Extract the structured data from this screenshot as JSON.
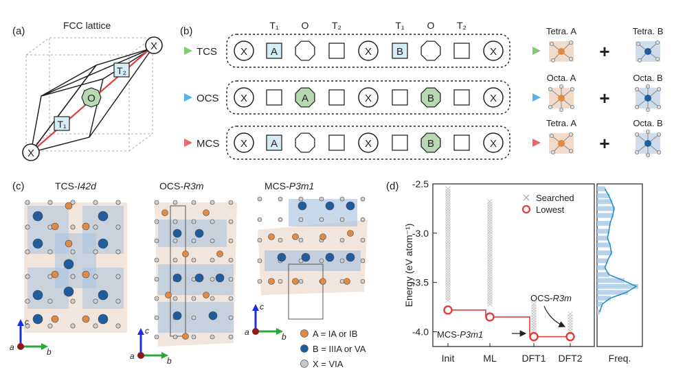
{
  "panel_a": {
    "tag": "(a)",
    "title": "FCC lattice",
    "site_x": "X",
    "site_o": "O",
    "site_t1": "T₁",
    "site_t2": "T₂"
  },
  "panel_b": {
    "tag": "(b)",
    "header": [
      "T₁",
      "O",
      "T₂",
      "T₁",
      "O",
      "T₂"
    ],
    "rows": [
      {
        "label": "TCS",
        "arrow_color": "#6cbf5a",
        "cells": [
          "X",
          "A",
          "",
          "",
          "X",
          "B",
          "",
          "",
          "X"
        ],
        "shapes": [
          "circ",
          "sq",
          "oct",
          "sq",
          "circ",
          "sq",
          "oct",
          "sq",
          "circ"
        ],
        "filled": [
          false,
          true,
          false,
          false,
          false,
          true,
          false,
          false,
          false
        ],
        "result_left": "Tetra. A",
        "result_right": "Tetra. B"
      },
      {
        "label": "OCS",
        "arrow_color": "#3aa3e8",
        "cells": [
          "X",
          "",
          "A",
          "",
          "X",
          "",
          "B",
          "",
          "X"
        ],
        "shapes": [
          "circ",
          "sq",
          "oct",
          "sq",
          "circ",
          "sq",
          "oct",
          "sq",
          "circ"
        ],
        "filled": [
          false,
          false,
          true,
          false,
          false,
          false,
          true,
          false,
          false
        ],
        "result_left": "Octa. A",
        "result_right": "Octa. B"
      },
      {
        "label": "MCS",
        "arrow_color": "#e84a4a",
        "cells": [
          "X",
          "A",
          "",
          "",
          "X",
          "",
          "B",
          "",
          "X"
        ],
        "shapes": [
          "circ",
          "sq",
          "oct",
          "sq",
          "circ",
          "sq",
          "oct",
          "sq",
          "circ"
        ],
        "filled": [
          false,
          true,
          false,
          false,
          false,
          false,
          true,
          false,
          false
        ],
        "result_left": "Tetra. A",
        "result_right": "Octa. B"
      }
    ],
    "plus": "+"
  },
  "panel_c": {
    "tag": "(c)",
    "structures": [
      {
        "name": "TCS-",
        "sg": "I42d"
      },
      {
        "name": "OCS-",
        "sg": "R3m"
      },
      {
        "name": "MCS-",
        "sg": "P3m1"
      }
    ],
    "axes": {
      "a": "a",
      "b": "b",
      "c": "c"
    },
    "legend": [
      {
        "text": "A = IA or IB",
        "color": "#e08a44"
      },
      {
        "text": "B = IIIA or VA",
        "color": "#1f5d9e"
      },
      {
        "text": "X = VIA",
        "color": "#c8c8c8"
      }
    ]
  },
  "panel_d": {
    "tag": "(d)",
    "ylabel": "Energy (eV atom⁻¹)",
    "freq_label": "Freq.",
    "legend_searched": "Searched",
    "legend_lowest": "Lowest",
    "annot_ocs": "OCS-R3m",
    "annot_mcs": "MCS-P3m1",
    "yticks": [
      "-2.5",
      "-3.0",
      "-3.5",
      "-4.0"
    ],
    "colors": {
      "lowest": "#e33b3b",
      "searched": "#c9c9c9",
      "hist": "#a9cbe8",
      "kde": "#2a8cc4"
    }
  },
  "chart_data": {
    "type": "scatter",
    "xlabel": "",
    "ylabel": "Energy (eV atom⁻¹)",
    "categories": [
      "Init",
      "ML",
      "DFT1",
      "DFT2"
    ],
    "ylim": [
      -4.15,
      -2.5
    ],
    "series": [
      {
        "name": "Searched",
        "ranges": [
          [
            -3.68,
            -2.55
          ],
          [
            -3.72,
            -2.68
          ],
          [
            -4.02,
            -3.72
          ],
          [
            -4.05,
            -3.82
          ]
        ]
      },
      {
        "name": "Lowest",
        "values": [
          -3.78,
          -3.85,
          -4.05,
          -4.05
        ]
      }
    ]
  }
}
